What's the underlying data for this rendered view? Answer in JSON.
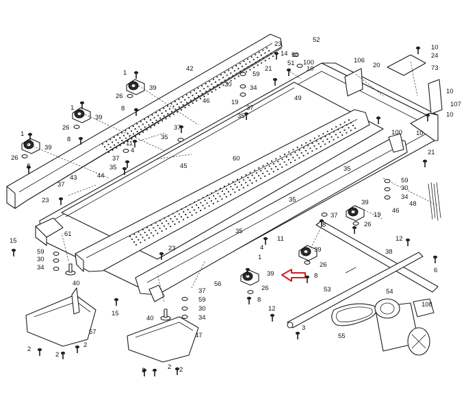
{
  "labels": [
    {
      "text": "1"
    },
    {
      "text": "39"
    },
    {
      "text": "26"
    },
    {
      "text": "8"
    },
    {
      "text": "1"
    },
    {
      "text": "39"
    },
    {
      "text": "26"
    },
    {
      "text": "8"
    },
    {
      "text": "1"
    },
    {
      "text": "39"
    },
    {
      "text": "26"
    },
    {
      "text": "8"
    },
    {
      "text": "42"
    },
    {
      "text": "43"
    },
    {
      "text": "44"
    },
    {
      "text": "37"
    },
    {
      "text": "23"
    },
    {
      "text": "37"
    },
    {
      "text": "35"
    },
    {
      "text": "11"
    },
    {
      "text": "4"
    },
    {
      "text": "37"
    },
    {
      "text": "35"
    },
    {
      "text": "45"
    },
    {
      "text": "60"
    },
    {
      "text": "46"
    },
    {
      "text": "19"
    },
    {
      "text": "35"
    },
    {
      "text": "37"
    },
    {
      "text": "59"
    },
    {
      "text": "30"
    },
    {
      "text": "34"
    },
    {
      "text": "21"
    },
    {
      "text": "23"
    },
    {
      "text": "14"
    },
    {
      "text": "51"
    },
    {
      "text": "50"
    },
    {
      "text": "100"
    },
    {
      "text": "10"
    },
    {
      "text": "52"
    },
    {
      "text": "49"
    },
    {
      "text": "106"
    },
    {
      "text": "20"
    },
    {
      "text": "10"
    },
    {
      "text": "24"
    },
    {
      "text": "73"
    },
    {
      "text": "10"
    },
    {
      "text": "107"
    },
    {
      "text": "10"
    },
    {
      "text": "100"
    },
    {
      "text": "10"
    },
    {
      "text": "21"
    },
    {
      "text": "35"
    },
    {
      "text": "59"
    },
    {
      "text": "30"
    },
    {
      "text": "34"
    },
    {
      "text": "48"
    },
    {
      "text": "39"
    },
    {
      "text": "19"
    },
    {
      "text": "46"
    },
    {
      "text": "26"
    },
    {
      "text": "37"
    },
    {
      "text": "8"
    },
    {
      "text": "35"
    },
    {
      "text": "35"
    },
    {
      "text": "61"
    },
    {
      "text": "15"
    },
    {
      "text": "59"
    },
    {
      "text": "30"
    },
    {
      "text": "34"
    },
    {
      "text": "40"
    },
    {
      "text": "23"
    },
    {
      "text": "11"
    },
    {
      "text": "4"
    },
    {
      "text": "39"
    },
    {
      "text": "26"
    },
    {
      "text": "8"
    },
    {
      "text": "12"
    },
    {
      "text": "38"
    },
    {
      "text": "6"
    },
    {
      "text": "1"
    },
    {
      "text": "39"
    },
    {
      "text": "26"
    },
    {
      "text": "8"
    },
    {
      "text": "56"
    },
    {
      "text": "37"
    },
    {
      "text": "59"
    },
    {
      "text": "30"
    },
    {
      "text": "34"
    },
    {
      "text": "15"
    },
    {
      "text": "40"
    },
    {
      "text": "47"
    },
    {
      "text": "57"
    },
    {
      "text": "2"
    },
    {
      "text": "2"
    },
    {
      "text": "2"
    },
    {
      "text": "2"
    },
    {
      "text": "2"
    },
    {
      "text": "2"
    },
    {
      "text": "53"
    },
    {
      "text": "12"
    },
    {
      "text": "3"
    },
    {
      "text": "55"
    },
    {
      "text": "54"
    },
    {
      "text": "108"
    }
  ]
}
